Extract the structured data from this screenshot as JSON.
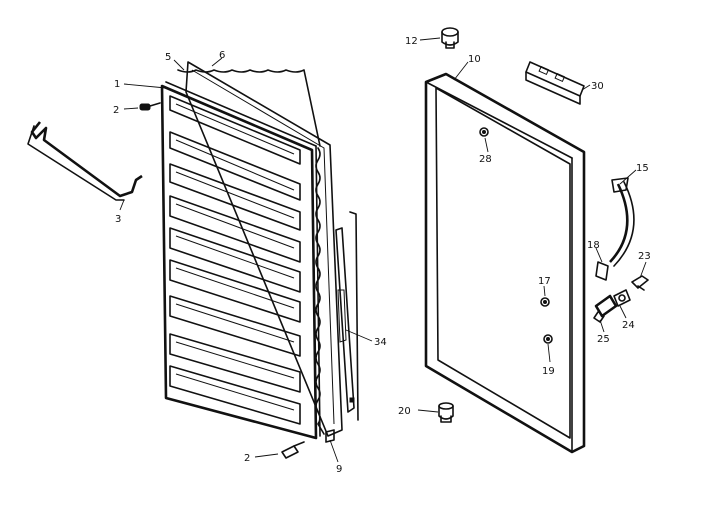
{
  "diagram": {
    "callouts": [
      {
        "id": "c1",
        "label": "1"
      },
      {
        "id": "c2a",
        "label": "2"
      },
      {
        "id": "c2b",
        "label": "2"
      },
      {
        "id": "c3",
        "label": "3"
      },
      {
        "id": "c5",
        "label": "5"
      },
      {
        "id": "c6",
        "label": "6"
      },
      {
        "id": "c9",
        "label": "9"
      },
      {
        "id": "c10",
        "label": "10"
      },
      {
        "id": "c12",
        "label": "12"
      },
      {
        "id": "c15",
        "label": "15"
      },
      {
        "id": "c17",
        "label": "17"
      },
      {
        "id": "c18",
        "label": "18"
      },
      {
        "id": "c19",
        "label": "19"
      },
      {
        "id": "c20",
        "label": "20"
      },
      {
        "id": "c23",
        "label": "23"
      },
      {
        "id": "c24",
        "label": "24"
      },
      {
        "id": "c25",
        "label": "25"
      },
      {
        "id": "c28",
        "label": "28"
      },
      {
        "id": "c30",
        "label": "30"
      },
      {
        "id": "c34",
        "label": "34"
      }
    ],
    "colors": {
      "ink": "#111111",
      "paper": "#ffffff"
    }
  }
}
